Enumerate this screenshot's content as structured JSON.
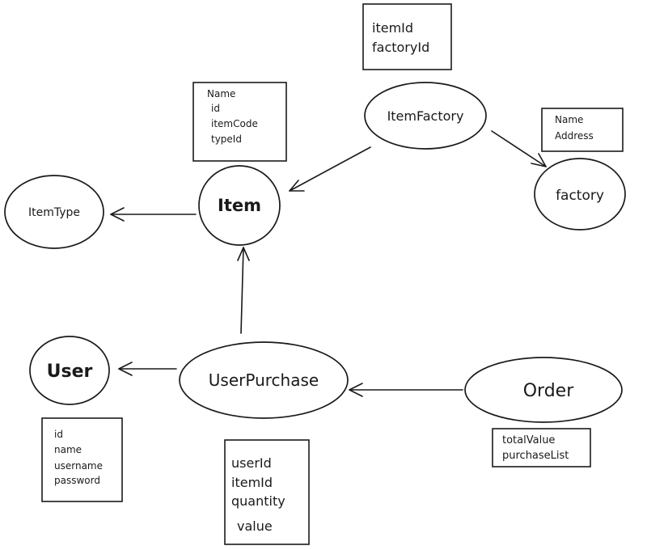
{
  "entities": {
    "item_type": {
      "label": "ItemType"
    },
    "item": {
      "label": "Item"
    },
    "item_factory": {
      "label": "ItemFactory"
    },
    "factory": {
      "label": "factory"
    },
    "user": {
      "label": "User"
    },
    "user_purchase": {
      "label": "UserPurchase"
    },
    "order": {
      "label": "Order"
    }
  },
  "attributes": {
    "item": [
      "Name",
      "id",
      "itemCode",
      "typeId"
    ],
    "item_factory": [
      "itemId",
      "factoryId"
    ],
    "factory": [
      "Name",
      "Address"
    ],
    "user": [
      "id",
      "name",
      "username",
      "password"
    ],
    "user_purchase": [
      "userId",
      "itemId",
      "quantity",
      "value"
    ],
    "order": [
      "totalValue",
      "purchaseList"
    ]
  },
  "relations": [
    {
      "from": "item",
      "to": "item_type"
    },
    {
      "from": "item_factory",
      "to": "item"
    },
    {
      "from": "item_factory",
      "to": "factory"
    },
    {
      "from": "user_purchase",
      "to": "item"
    },
    {
      "from": "user_purchase",
      "to": "user"
    },
    {
      "from": "order",
      "to": "user_purchase"
    }
  ]
}
